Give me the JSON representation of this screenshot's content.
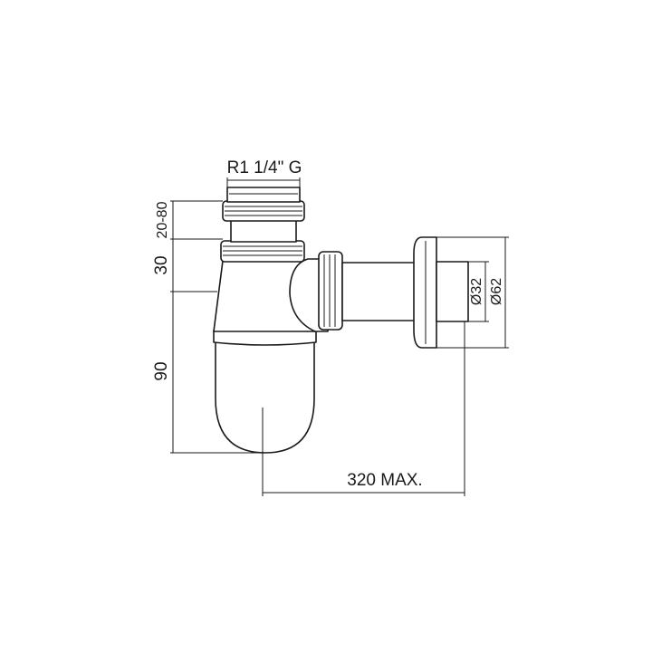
{
  "dimensions": {
    "thread": "R1 1/4\" G",
    "height_top": "20-80",
    "height_mid": "30",
    "height_bottom": "90",
    "length": "320 MAX.",
    "pipe_diameter": "Ø32",
    "flange_diameter": "Ø62"
  },
  "colors": {
    "line": "#1a1a1a",
    "background": "#ffffff"
  }
}
